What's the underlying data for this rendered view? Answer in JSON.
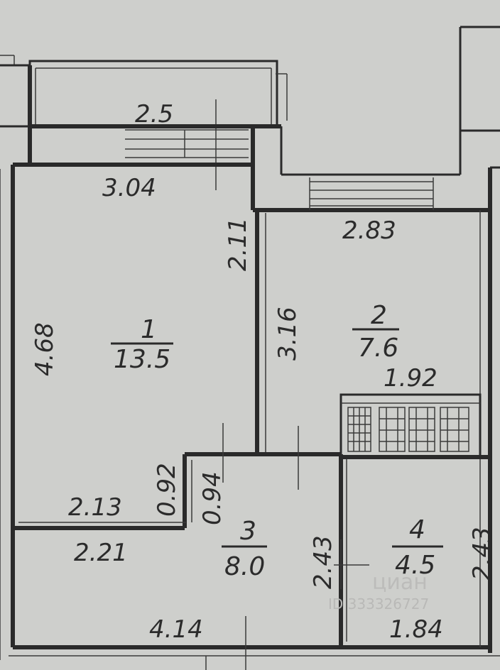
{
  "rooms": [
    {
      "number": "1",
      "area": "13.5"
    },
    {
      "number": "2",
      "area": "7.6"
    },
    {
      "number": "3",
      "area": "8.0"
    },
    {
      "number": "4",
      "area": "4.5"
    }
  ],
  "dimensions": {
    "d_2_5": "2.5",
    "d_3_04": "3.04",
    "d_2_83": "2.83",
    "d_2_11": "2.11",
    "d_4_68": "4.68",
    "d_3_16": "3.16",
    "d_1_92": "1.92",
    "d_0_92": "0.92",
    "d_0_94": "0.94",
    "d_2_13": "2.13",
    "d_2_21": "2.21",
    "d_2_43_a": "2.43",
    "d_2_43_b": "2.43",
    "d_4_14": "4.14",
    "d_1_84": "1.84"
  },
  "watermark": {
    "brand": "циан",
    "id": "ID 333326727"
  }
}
